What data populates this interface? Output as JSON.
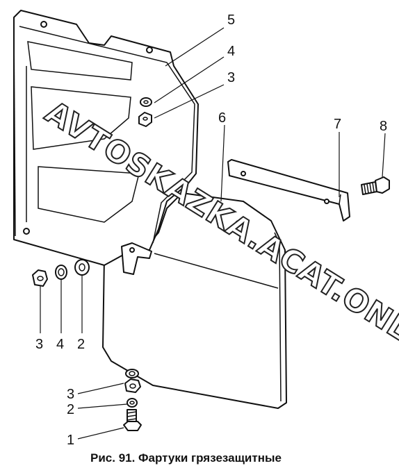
{
  "figure": {
    "caption": "Рис. 91. Фартуки грязезащитные",
    "watermark": "AVTOSKAZKA.ACAT.ONLINE",
    "callouts": [
      {
        "id": "c5",
        "text": "5"
      },
      {
        "id": "c4top",
        "text": "4"
      },
      {
        "id": "c3top",
        "text": "3"
      },
      {
        "id": "c6",
        "text": "6"
      },
      {
        "id": "c7",
        "text": "7"
      },
      {
        "id": "c8",
        "text": "8"
      },
      {
        "id": "c3mid",
        "text": "3"
      },
      {
        "id": "c4mid",
        "text": "4"
      },
      {
        "id": "c2mid",
        "text": "2"
      },
      {
        "id": "c3low",
        "text": "3"
      },
      {
        "id": "c2low",
        "text": "2"
      },
      {
        "id": "c1low",
        "text": "1"
      }
    ]
  }
}
